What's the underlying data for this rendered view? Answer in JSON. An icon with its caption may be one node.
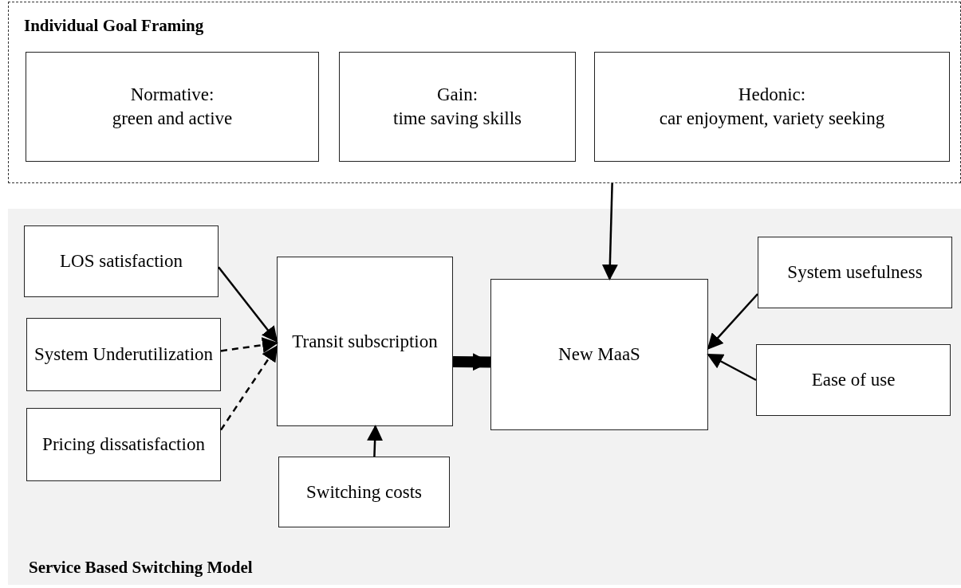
{
  "diagram": {
    "nodes": [
      {
        "text": [
          "Individual Goal Framing"
        ]
      },
      {
        "text": [
          "Normative:",
          "green and active"
        ],
        "in": 0
      },
      {
        "text": [
          "Gain:",
          "time saving skills"
        ],
        "in": 0
      },
      {
        "text": [
          "Hedonic:",
          "car enjoyment, variety seeking"
        ],
        "in": 0
      },
      {
        "text": [
          "Service Based Switching Model"
        ]
      },
      {
        "text": [
          "LOS satisfaction"
        ],
        "in": 4
      },
      {
        "text": [
          "System Underutilization"
        ],
        "in": 4
      },
      {
        "text": [
          "Pricing dissatisfaction"
        ],
        "in": 4
      },
      {
        "text": [
          "Transit subscription"
        ],
        "in": 4
      },
      {
        "text": [
          "Switching costs"
        ],
        "in": 4
      },
      {
        "text": [
          "New MaaS"
        ],
        "in": 4
      },
      {
        "text": [
          "System usefulness"
        ],
        "in": 4
      },
      {
        "text": [
          "Ease of use"
        ],
        "in": 4
      }
    ],
    "edges": [
      {
        "from": 5,
        "to": 8,
        "arrow": "to"
      },
      {
        "from": 6,
        "to": 8,
        "arrow": "to",
        "style": "dashed"
      },
      {
        "from": 7,
        "to": 8,
        "arrow": "to",
        "style": "dashed"
      },
      {
        "from": 9,
        "to": 8,
        "arrow": "to"
      },
      {
        "from": 8,
        "to": 10,
        "arrow": "to",
        "style": "thick"
      },
      {
        "from": 0,
        "to": 10,
        "arrow": "to"
      },
      {
        "from": 11,
        "to": 10,
        "arrow": "to"
      },
      {
        "from": 12,
        "to": 10,
        "arrow": "to"
      }
    ]
  }
}
